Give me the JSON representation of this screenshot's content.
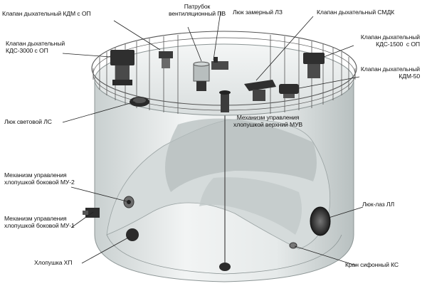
{
  "labels": {
    "kdm_op": "Клапан дыхательный КДМ с ОП",
    "pv": "Патрубок\nвентиляционный ПВ",
    "lz": "Люк замерный ЛЗ",
    "smdk": "Клапан дыхательный СМДК",
    "kds3000": "Клапан дыхательный\nКДС-3000 с ОП",
    "kds1500": "Клапан дыхательный\nКДС-1500  с ОП",
    "kdm50": "Клапан дыхательный\nКДМ-50",
    "ls": "Люк световой ЛС",
    "muv": "Механизм управления\nхлопушкой верхний МУВ",
    "mu2": "Механизм управления\nхлопушкой боковой МУ-2",
    "ll": "Люк-лаз ЛЛ",
    "mu1": "Механизм управления\nхлопушкой боковой МУ-1",
    "hp": "Хлопушка ХП",
    "ks": "Кран сифонный КС"
  },
  "colors": {
    "tank_body": "#e9ecec",
    "tank_shadow": "#b9c0c0",
    "inner_wall": "#cfd5d5",
    "railing": "#555555",
    "equipment": "#3a3a3a",
    "leader": "#222222"
  }
}
